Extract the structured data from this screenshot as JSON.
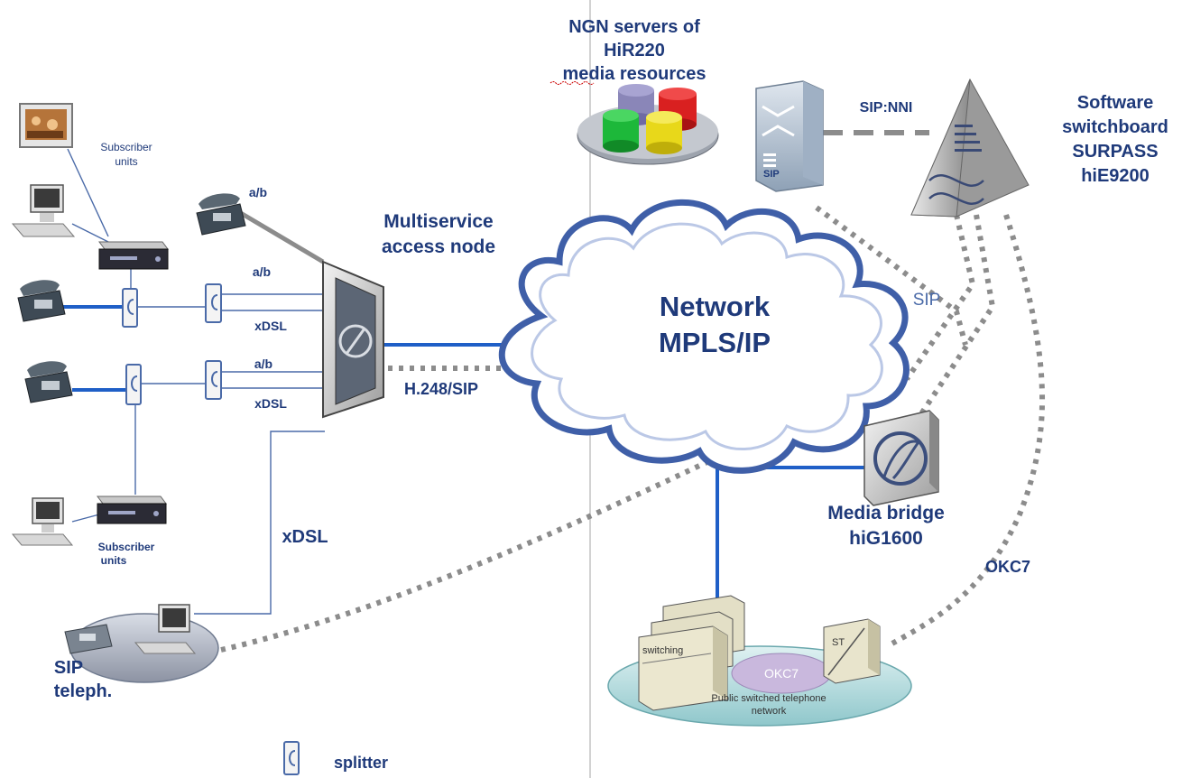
{
  "labels": {
    "ngn_title": [
      "NGN servers of",
      "HiR220",
      "media resources"
    ],
    "subscriber_units_top": [
      "Subscriber",
      "units"
    ],
    "subscriber_units_bottom": [
      "Subscriber",
      "units"
    ],
    "ab_top": "a/b",
    "ab_1": "a/b",
    "xdsl_1": "xDSL",
    "ab_2": "a/b",
    "xdsl_2": "xDSL",
    "access_node": [
      "Multiservice",
      "access node"
    ],
    "h248": "H.248/SIP",
    "network": [
      "Network",
      "MPLS/IP"
    ],
    "sip_nni": "SIP:NNI",
    "software_switchboard": [
      "Software",
      "switchboard",
      "SURPASS",
      "hiE9200"
    ],
    "sip_server_tag": "SIP",
    "sip_link": "SIP",
    "media_bridge": [
      "Media bridge",
      "hiG1600"
    ],
    "okc7_link": "OKC7",
    "xdsl_vertical": "xDSL",
    "sip_teleph": [
      "SIP",
      "teleph."
    ],
    "switching_tag": "switching",
    "okc7_cloud": "OKC7",
    "st_tag": "ST",
    "pstn": [
      "Public switched telephone",
      "network"
    ],
    "splitter_legend": "splitter"
  },
  "colors": {
    "link_blue": "#1f5fc7",
    "dark_blue": "#1f3a7a",
    "signal_gray": "#8c8c8c",
    "cloud_fill": "#ffffff",
    "cloud_stroke": "#3f5fa8"
  },
  "icons": [
    "tv-monitor-icon",
    "desktop-computer-icon",
    "telephone-icon",
    "splitter-icon",
    "set-top-box-icon",
    "access-node-icon",
    "media-server-disk-icon",
    "sip-server-icon",
    "softswitch-pyramid-icon",
    "media-gateway-icon",
    "switching-exchange-icon",
    "signal-transfer-point-icon"
  ]
}
